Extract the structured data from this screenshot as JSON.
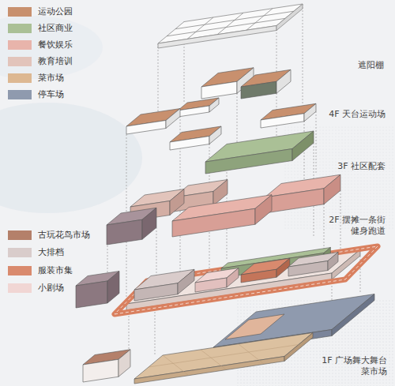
{
  "diagram": {
    "labels": [
      "遮阳棚",
      "4F 天台运动场",
      "3F 社区配套",
      "2F 摆摊一条街 健身跑道",
      "1F 广场舞大舞台 菜市场"
    ],
    "legend": [
      {
        "text": "运动公园",
        "color": "#c8906e"
      },
      {
        "text": "社区商业",
        "color": "#aac096"
      },
      {
        "text": "餐饮娱乐",
        "color": "#e8b4ab"
      },
      {
        "text": "教育培训",
        "color": "#e2c4bb"
      },
      {
        "text": "菜市场",
        "color": "#ddb892"
      },
      {
        "text": "停车场",
        "color": "#8f9aae"
      },
      {
        "text": "古玩花鸟市场",
        "color": "#b4806a"
      },
      {
        "text": "大排档",
        "color": "#d9cccb"
      },
      {
        "text": "服装市集",
        "color": "#d98a6e"
      },
      {
        "text": "小剧场",
        "color": "#f1d6d4"
      }
    ]
  }
}
